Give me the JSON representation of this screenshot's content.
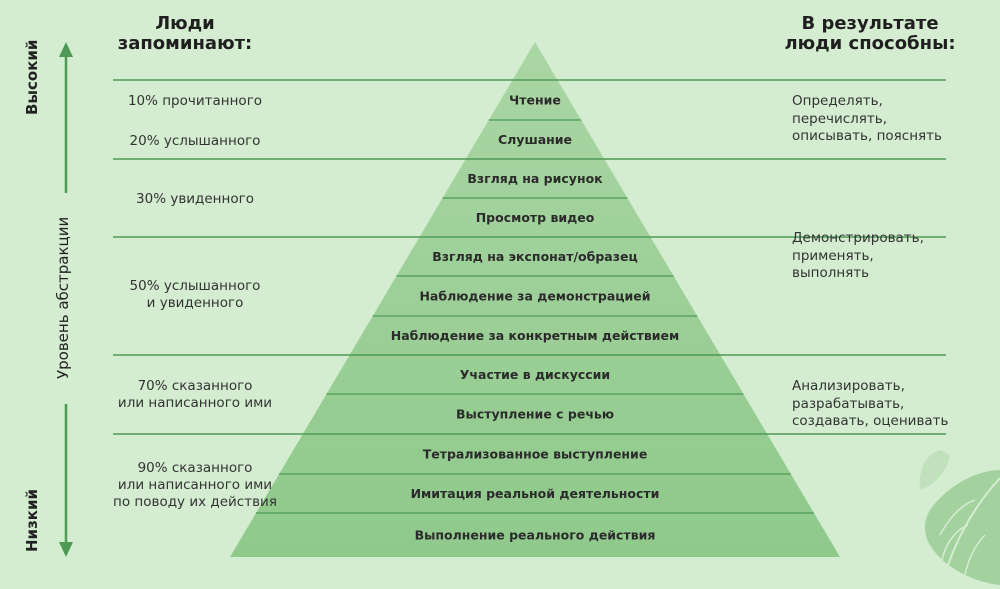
{
  "headers": {
    "left": [
      "Люди",
      "запоминают:"
    ],
    "right": [
      "В результате",
      "люди способны:"
    ]
  },
  "axis": {
    "high": "Высокий",
    "middle": "Уровень абстракции",
    "low": "Низкий"
  },
  "levels": [
    "Чтение",
    "Слушание",
    "Взгляд на рисунок",
    "Просмотр видео",
    "Взгляд на экспонат/образец",
    "Наблюдение за демонстрацией",
    "Наблюдение за конкретным действием",
    "Участие в дискуссии",
    "Выступление с речью",
    "Тетрализованное выступление",
    "Имитация реальной деятельности",
    "Выполнение реального действия"
  ],
  "remember": [
    [
      "10% прочитанного"
    ],
    [
      "20% услышанного"
    ],
    [
      "30% увиденного"
    ],
    [
      "50% услышанного",
      "и увиденного"
    ],
    [
      "70% сказанного",
      "или написанного ими"
    ],
    [
      "90% сказанного",
      "или написанного ими",
      "по поводу их действия"
    ]
  ],
  "outcomes": [
    [
      "Определять,",
      "перечислять,",
      "описывать, пояснять"
    ],
    [
      "Демонстрировать,",
      "применять,",
      "выполнять"
    ],
    [
      "Анализировать,",
      "разрабатывать,",
      "создавать, оценивать"
    ]
  ],
  "colors": {
    "background": "#d4edd1",
    "line": "#4e9a55",
    "pyramid_top": "#a9d5a3",
    "pyramid_bottom": "#8fc98b",
    "leaf": "#9ed09a"
  },
  "icons": [
    "leaf-icon",
    "arrow-up-icon",
    "arrow-down-icon"
  ]
}
